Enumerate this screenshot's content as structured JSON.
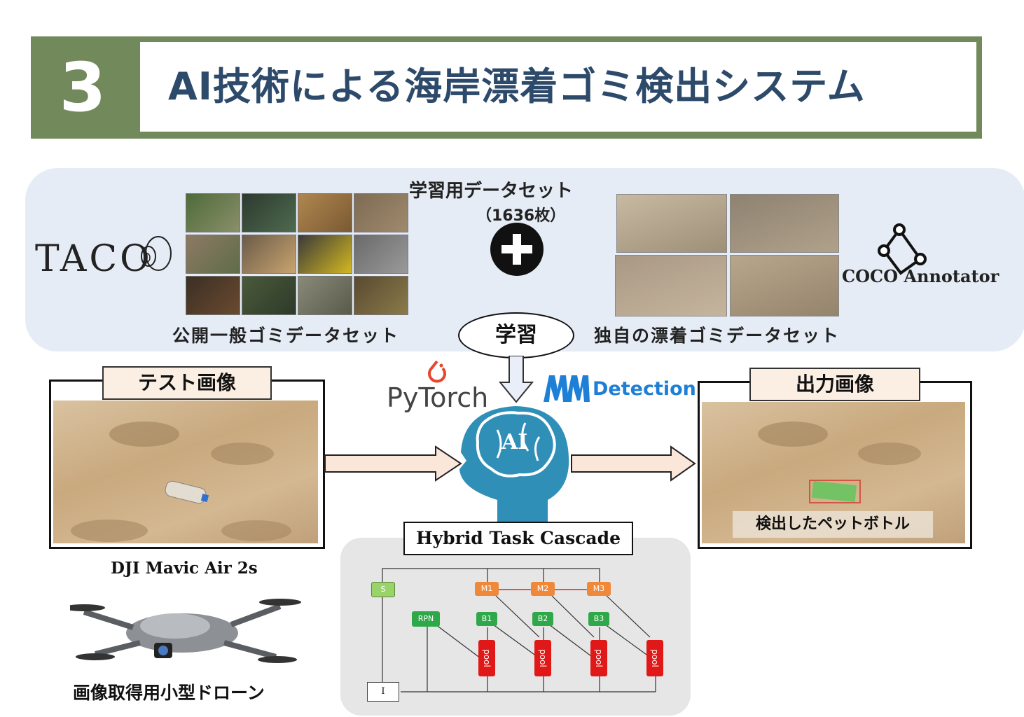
{
  "header": {
    "number": "3",
    "title": "AI技術による海岸漂着ゴミ検出システム",
    "colors": {
      "bar": "#728a5b",
      "title_text": "#2d4a6b"
    }
  },
  "dataset": {
    "title": "学習用データセット",
    "count": "（1636枚）",
    "public_label": "公開一般ゴミデータセット",
    "own_label": "独自の漂着ゴミデータセット",
    "taco_logo": "TACO",
    "coco_logo": "COCO Annotator",
    "plus_icon": "plus-icon"
  },
  "training": {
    "learn_label": "学習",
    "pytorch_logo": "PyTorch",
    "mmdet_logo": "Detection"
  },
  "ai": {
    "label": "AI"
  },
  "test_image": {
    "tag": "テスト画像"
  },
  "output_image": {
    "tag": "出力画像",
    "detected_label": "検出したペットボトル"
  },
  "drone": {
    "name": "DJI Mavic Air 2s",
    "caption": "画像取得用小型ドローン"
  },
  "htc": {
    "title": "Hybrid Task Cascade",
    "nodes": {
      "s": "S",
      "m1": "M1",
      "m2": "M2",
      "m3": "M3",
      "rpn": "RPN",
      "b1": "B1",
      "b2": "B2",
      "b3": "B3",
      "pool": "pool",
      "input": "I"
    }
  }
}
